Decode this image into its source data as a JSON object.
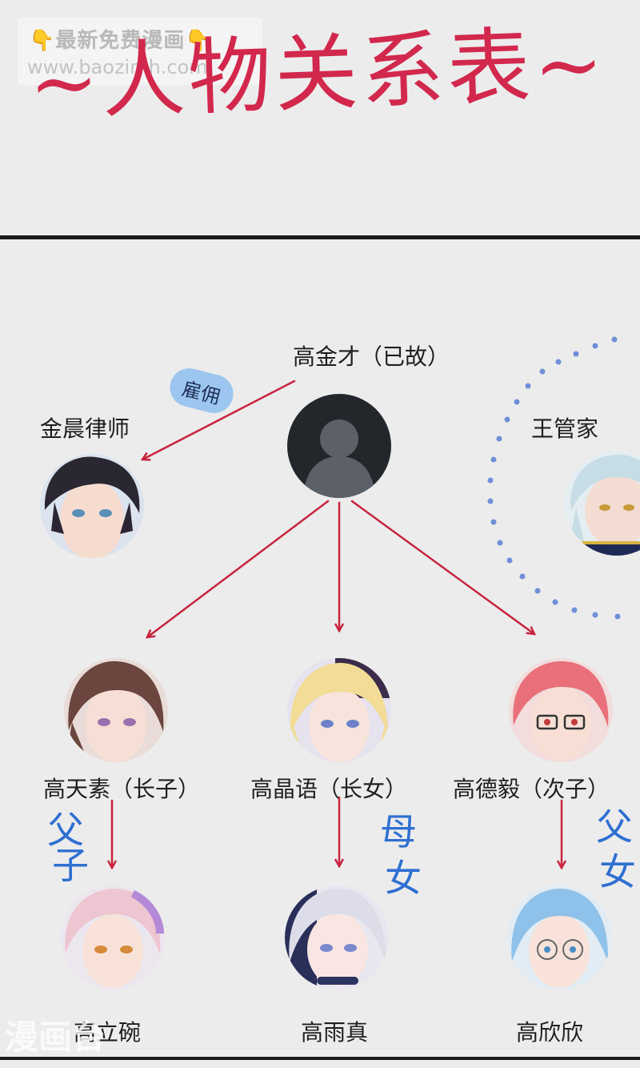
{
  "watermark": {
    "line1": "👇最新免费漫画👇",
    "line2": "www.baozimh.com",
    "corner": "漫画台"
  },
  "title": "~人物关系表~",
  "relation_badge": "雇佣",
  "people": {
    "gao_jincai": "高金才（已故）",
    "lawyer": "金晨律师",
    "butler": "王管家",
    "tiansu": "高天素（长子）",
    "jingyu": "高晶语（长女）",
    "deyi": "高德毅（次子）",
    "liwan": "高立碗",
    "yuzhen": "高雨真",
    "xinxin": "高欣欣"
  },
  "relations": {
    "father_son_1": "父",
    "father_son_2": "子",
    "mother_daughter_1": "母",
    "mother_daughter_2": "女",
    "father_daughter_1": "父",
    "father_daughter_2": "女"
  },
  "colors": {
    "title": "#d2284d",
    "arrow": "#c8243f",
    "relation_text": "#2f6fd1",
    "badge_bg": "#9cc6ef",
    "dots": "#6f8fd8"
  }
}
